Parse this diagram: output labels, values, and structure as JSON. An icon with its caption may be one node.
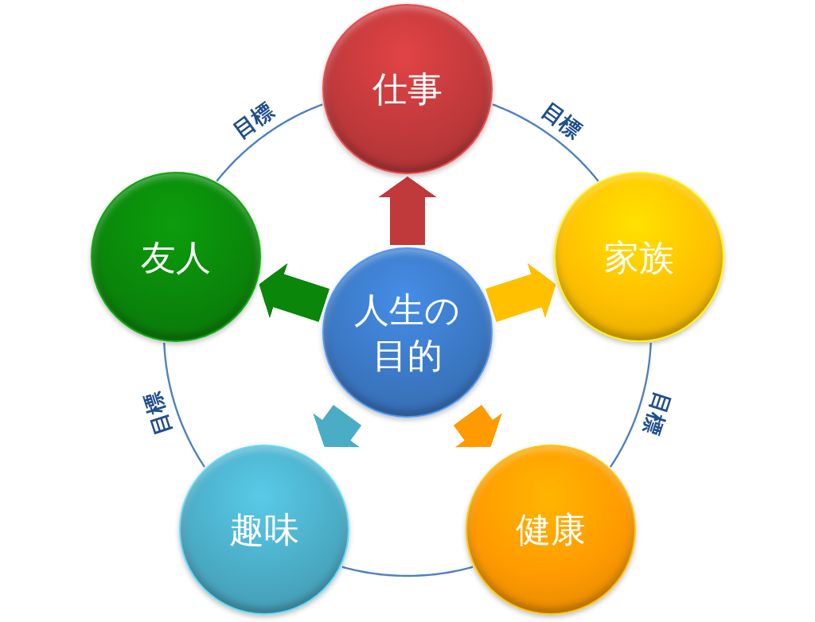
{
  "diagram": {
    "nodes": [
      {
        "text": [
          "仕事"
        ]
      },
      {
        "text": [
          "友人"
        ]
      },
      {
        "text": [
          "人生の目的"
        ]
      },
      {
        "text": [
          "家族"
        ]
      },
      {
        "text": [
          "趣味"
        ]
      },
      {
        "text": [
          "健康"
        ]
      }
    ],
    "edges": [
      {
        "from": 2,
        "to": 0,
        "arrow": "to",
        "style": "thick",
        "color": "#c0393b"
      },
      {
        "from": 2,
        "to": 3,
        "arrow": "to",
        "style": "thick",
        "color": "#ffc000"
      },
      {
        "from": 2,
        "to": 5,
        "arrow": "to",
        "style": "thick",
        "color": "#ff9a00"
      },
      {
        "from": 2,
        "to": 4,
        "arrow": "to",
        "style": "thick",
        "color": "#4bacc6"
      },
      {
        "from": 2,
        "to": 1,
        "arrow": "to",
        "style": "thick",
        "color": "#0a860a"
      },
      {
        "from": 0,
        "to": 3,
        "arrow": "none",
        "label": "目標"
      },
      {
        "from": 3,
        "to": 5,
        "arrow": "none",
        "label": "目標"
      },
      {
        "from": 5,
        "to": 4,
        "arrow": "none"
      },
      {
        "from": 4,
        "to": 1,
        "arrow": "none",
        "label": "目標"
      },
      {
        "from": 1,
        "to": 0,
        "arrow": "none",
        "label": "目標"
      }
    ]
  }
}
